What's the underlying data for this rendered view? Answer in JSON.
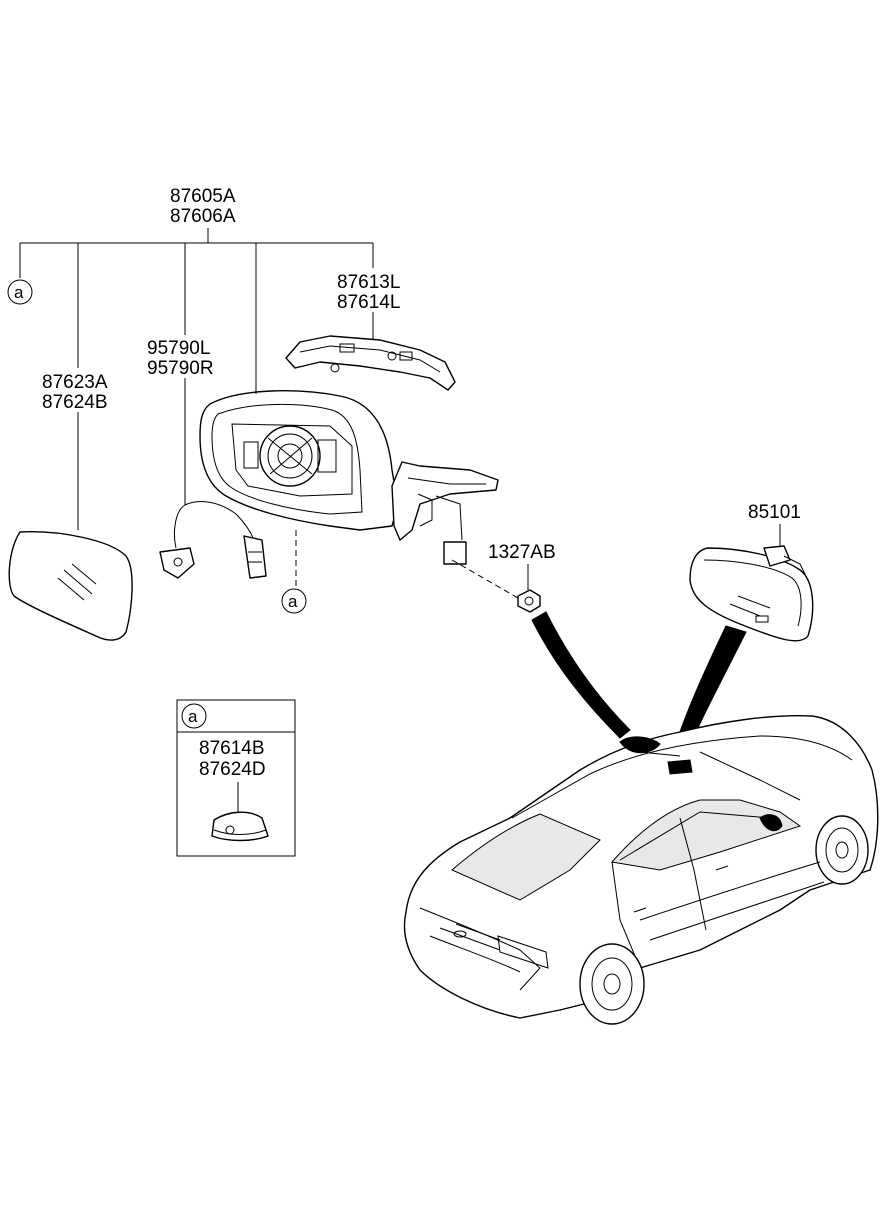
{
  "labels": {
    "mirror_assembly": [
      "87605A",
      "87606A"
    ],
    "mirror_glass": [
      "87623A",
      "87624B"
    ],
    "cover_trim": [
      "87613L",
      "87614L"
    ],
    "wiring": [
      "95790L",
      "95790R"
    ],
    "nut": "1327AB",
    "inside_mirror": "85101",
    "inset_parts": [
      "87614B",
      "87624D"
    ]
  },
  "callouts": {
    "ref_a_top": "a",
    "ref_a_bottom": "a",
    "ref_a_inset": "a"
  }
}
